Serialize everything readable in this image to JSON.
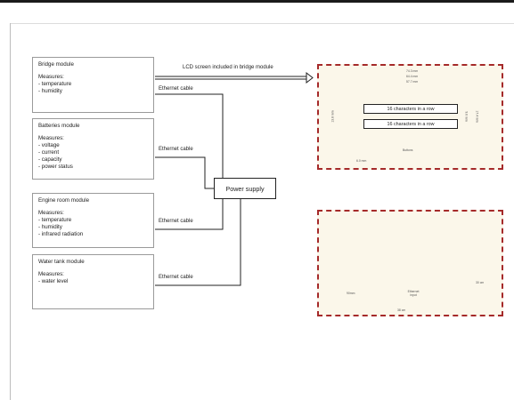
{
  "modules": [
    {
      "name": "Bridge module",
      "measures_label": "Measures:",
      "measures": [
        "temperature",
        "humidity"
      ]
    },
    {
      "name": "Batteries module",
      "measures_label": "Measures:",
      "measures": [
        "voltage",
        "current",
        "capacity",
        "power status"
      ]
    },
    {
      "name": "Engine room module",
      "measures_label": "Measures:",
      "measures": [
        "temperature",
        "humidity",
        "infrared radiation"
      ]
    },
    {
      "name": "Water tank module",
      "measures_label": "Measures:",
      "measures": [
        "water level"
      ]
    }
  ],
  "cable_label": "Ethernet cable",
  "power_supply": "Power supply",
  "lcd_note": "LCD screen included in bridge module",
  "lcd_detail": {
    "rows": [
      "16 characters in a row",
      "16 characters in a row"
    ],
    "dim_outer": "74.3 mm",
    "dim_mid": "64.4 mm",
    "dim_inner": "57.7 mm",
    "dim_left": "13.8 mm",
    "dim_right_inner": "9.6 mm",
    "dim_right_outer": "17.4 mm",
    "dim_button": "6.0 mm",
    "buttons_label": "Buttons"
  },
  "enclosure_detail": {
    "height": "90mm",
    "width": "38 cm",
    "depth": "30 cm",
    "port_label": "Ethernet input"
  },
  "colors": {
    "panel_border": "#a52a2a",
    "panel_fill": "#fbf7ea",
    "module_fill": "#000000"
  }
}
